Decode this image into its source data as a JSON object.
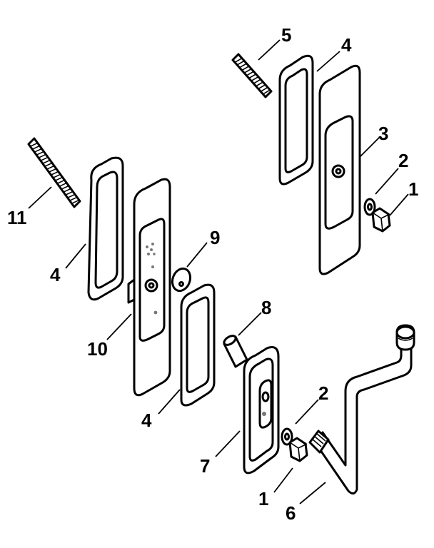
{
  "callouts": {
    "c1a": "1",
    "c1b": "1",
    "c2a": "2",
    "c2b": "2",
    "c3": "3",
    "c4a": "4",
    "c4b": "4",
    "c4c": "4",
    "c5": "5",
    "c6": "6",
    "c7": "7",
    "c8": "8",
    "c9": "9",
    "c10": "10",
    "c11": "11"
  },
  "colors": {
    "line": "#000000",
    "background": "#ffffff"
  }
}
